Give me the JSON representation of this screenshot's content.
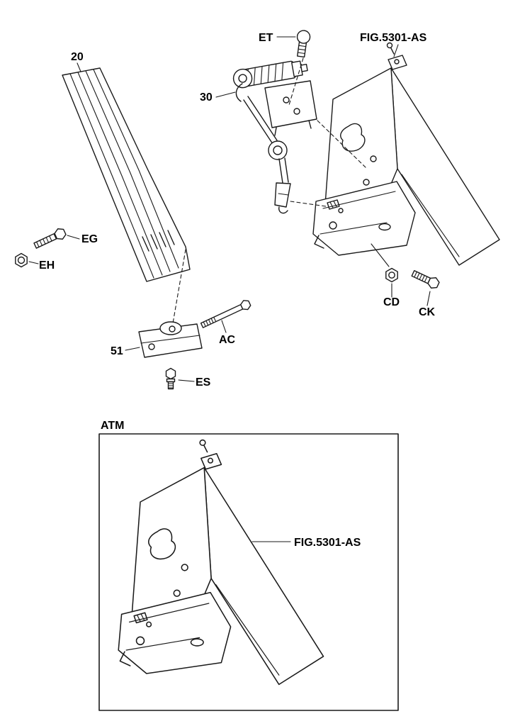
{
  "figure": {
    "type": "exploded-parts-diagram",
    "background": "#ffffff",
    "line_color": "#1a1a1a"
  },
  "callouts": {
    "et": "ET",
    "fig_top": "FIG.5301-AS",
    "part_20": "20",
    "part_30": "30",
    "eg": "EG",
    "eh": "EH",
    "part_51": "51",
    "ac": "AC",
    "es": "ES",
    "cd": "CD",
    "ck": "CK"
  },
  "atm": {
    "title": "ATM",
    "fig_label": "FIG.5301-AS"
  }
}
